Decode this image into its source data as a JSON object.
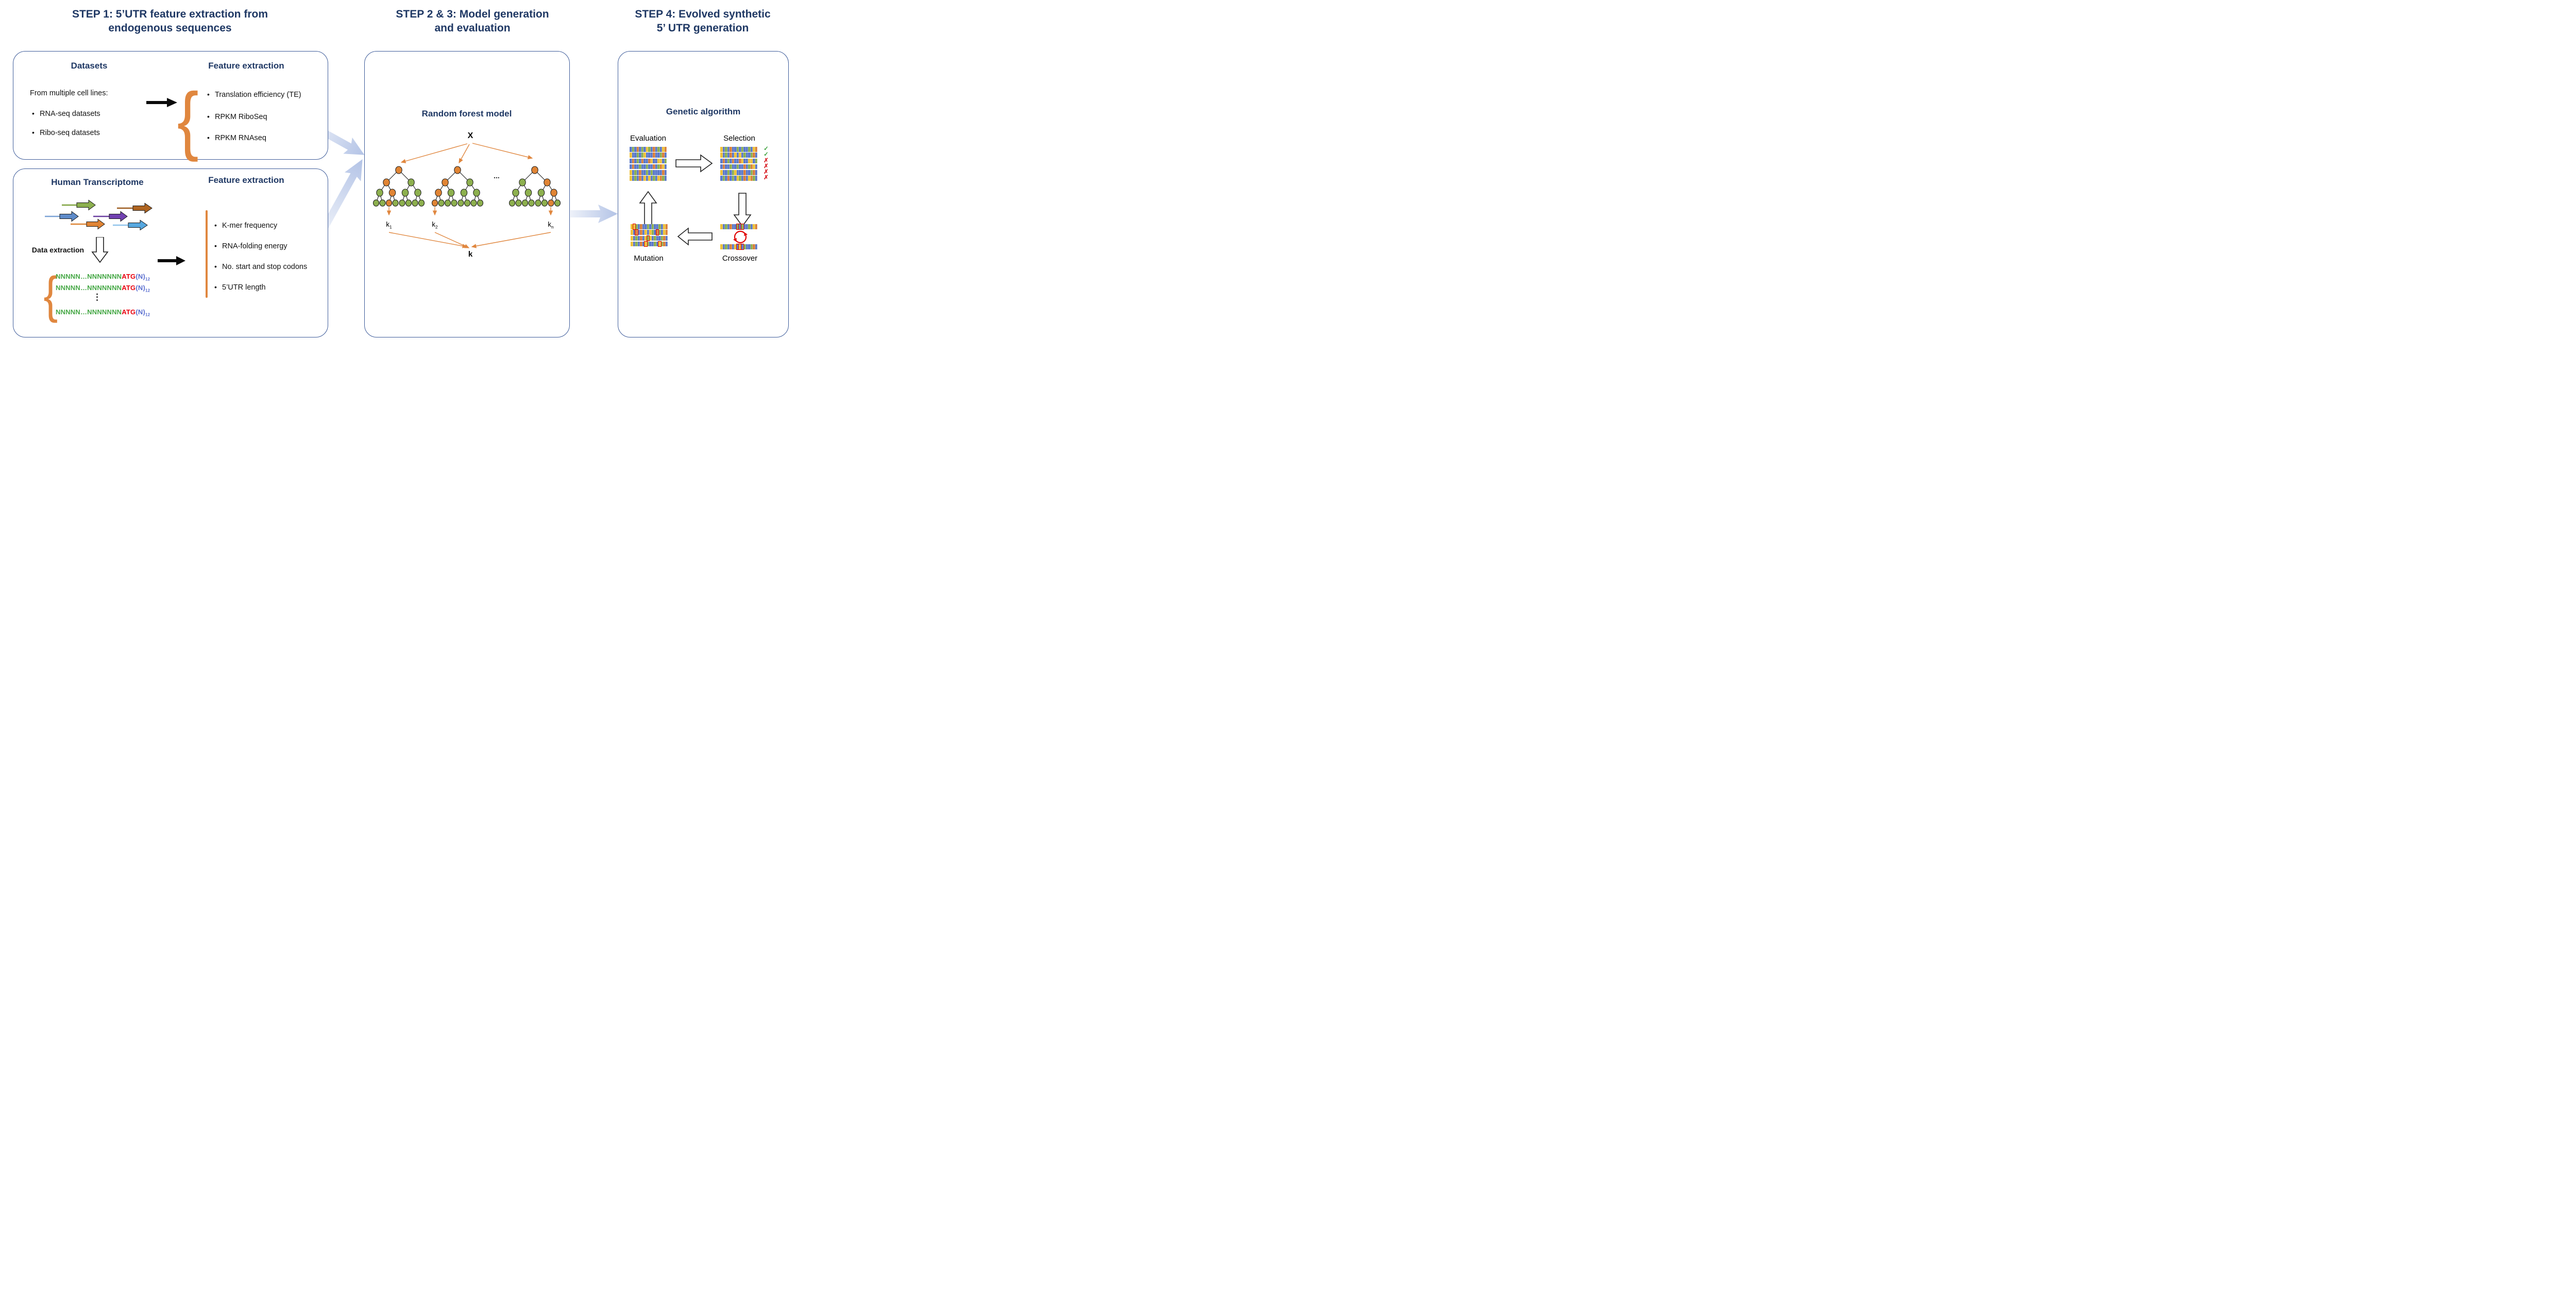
{
  "headers": {
    "step1": {
      "line1": "STEP 1: 5’UTR feature extraction from",
      "line2": "endogenous sequences"
    },
    "step23": {
      "line1": "STEP 2 & 3: Model generation",
      "line2": "and evaluation"
    },
    "step4": {
      "line1": "STEP 4: Evolved synthetic",
      "line2": "5’ UTR generation"
    }
  },
  "datasets_panel": {
    "heading": "Datasets",
    "feature_heading": "Feature extraction",
    "intro": "From multiple cell lines:",
    "items": [
      "RNA-seq  datasets",
      "Ribo-seq datasets"
    ],
    "features": [
      "Translation efficiency (TE)",
      "RPKM RiboSeq",
      "RPKM RNAseq"
    ]
  },
  "transcriptome_panel": {
    "heading": "Human Transcriptome",
    "data_extraction_label": "Data extraction",
    "feature_heading": "Feature extraction",
    "features": [
      "K-mer frequency",
      "RNA-folding energy",
      "No. start and stop codons",
      "5’UTR length"
    ],
    "sequence": {
      "prefix": "NNNNN…NNNNNNN",
      "start_codon": "ATG",
      "suffix": "(N)",
      "subscript": "12",
      "rows": 3
    },
    "dots": "⋮",
    "gene_arrows": [
      "green",
      "brown",
      "blue",
      "purple",
      "orange",
      "light-blue"
    ]
  },
  "forest_panel": {
    "heading": "Random forest model",
    "input_label": "X",
    "dots": "...",
    "aggregate_label": "k",
    "trees": [
      {
        "root": "O",
        "level2": [
          "O",
          "G"
        ],
        "level3": [
          "G",
          "O",
          "G",
          "G"
        ],
        "level4": [
          "G",
          "G",
          "O",
          "G",
          "G",
          "G",
          "G",
          "G"
        ],
        "output": {
          "base": "k",
          "sub": "1"
        }
      },
      {
        "root": "O",
        "level2": [
          "O",
          "G"
        ],
        "level3": [
          "O",
          "G",
          "G",
          "G"
        ],
        "level4": [
          "O",
          "G",
          "G",
          "G",
          "G",
          "G",
          "G",
          "G"
        ],
        "output": {
          "base": "k",
          "sub": "2"
        }
      },
      {
        "root": "O",
        "level2": [
          "G",
          "O"
        ],
        "level3": [
          "G",
          "G",
          "G",
          "O"
        ],
        "level4": [
          "G",
          "G",
          "G",
          "G",
          "G",
          "G",
          "O",
          "G"
        ],
        "output": {
          "base": "k",
          "sub": "n"
        }
      }
    ]
  },
  "ga_panel": {
    "heading": "Genetic algorithm",
    "stages": {
      "evaluation": "Evaluation",
      "selection": "Selection",
      "mutation": "Mutation",
      "crossover": "Crossover"
    },
    "marks": {
      "pass": "✓",
      "fail": "✗"
    },
    "evaluation_rows": [
      {
        "cells": "BGBOBGBYGBOBGBYO"
      },
      {
        "cells": "YBBGBGYBBBOBBGOB"
      },
      {
        "cells": "BOBGBOBBOYBBYYBG"
      },
      {
        "cells": "BOBBGBBGBBOBGOYB"
      },
      {
        "cells": "YBGBOBBGBGBBBBOB"
      },
      {
        "cells": "YBGBOBYBYBGBYOGB"
      }
    ],
    "selection_rows": [
      {
        "cells": "YBGBOBBGBGBBGBYO",
        "mark": "pass"
      },
      {
        "cells": "YBGBOBYBYBGBBGOB",
        "mark": "pass"
      },
      {
        "cells": "BOBGBOBBOYBBYYBG",
        "mark": "fail"
      },
      {
        "cells": "BOBBGBBGBBOBGOYB",
        "mark": "fail"
      },
      {
        "cells": "YBBGBGYBBBOBBGOB",
        "mark": "fail"
      },
      {
        "cells": "BGBOBGBYGBOBYOGB",
        "mark": "fail"
      }
    ],
    "mutation_rows": [
      {
        "cells": "YYGBOBBGBGBBGBYO",
        "flags": [
          1
        ]
      },
      {
        "cells": "YBOBOBYBYGBOGBYO",
        "flags": [
          2,
          11
        ]
      },
      {
        "cells": "YBGBOBYGYBGBBGOB",
        "flags": [
          7
        ]
      },
      {
        "cells": "YBGBOBYGBBGBYGOB",
        "flags": [
          6,
          12
        ]
      }
    ],
    "crossover_rows": [
      {
        "cells": "YBGBOBBGBGBBGBYO",
        "flags": [
          7,
          8,
          9
        ]
      },
      {
        "cells": "YBGBOBYBYBGBBGOB",
        "flags": [
          7,
          8,
          9
        ]
      }
    ]
  },
  "colors": {
    "navy": "#1F3864",
    "panel_border": "#3E5C9A",
    "orange_accent": "#E0873F",
    "pale_arrow_start": "#EDF1F9",
    "pale_arrow_end": "#B3C3E6",
    "barcode": {
      "B": "#5B79C9",
      "G": "#8CB050",
      "Y": "#EEC139",
      "O": "#D9803C"
    },
    "node_green": "#8DB04E",
    "node_orange": "#E08434",
    "pass_green": "#3FA33F",
    "fail_red": "#D81F26",
    "flag_red": "#E00000",
    "seq_green": "#46A846",
    "seq_red": "#E8000D",
    "seq_blue": "#5B6FD0"
  }
}
